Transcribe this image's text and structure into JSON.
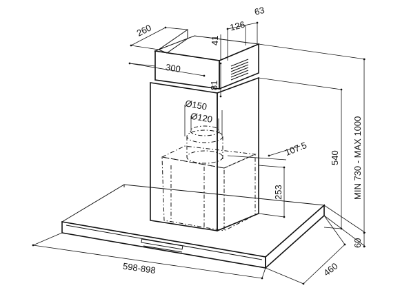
{
  "dimensions": {
    "top_depth": "260",
    "top_width": "300",
    "side_41": "41",
    "side_126": "126",
    "side_63": "63",
    "side_81": "81",
    "duct_150": "Ø150",
    "duct_120": "Ø120",
    "offset_107": "107.5",
    "height_253": "253",
    "height_540": "540",
    "height_range": "MIN 730 - MAX 1000",
    "thickness_60": "60",
    "width_range": "598-898",
    "depth_460": "460"
  }
}
